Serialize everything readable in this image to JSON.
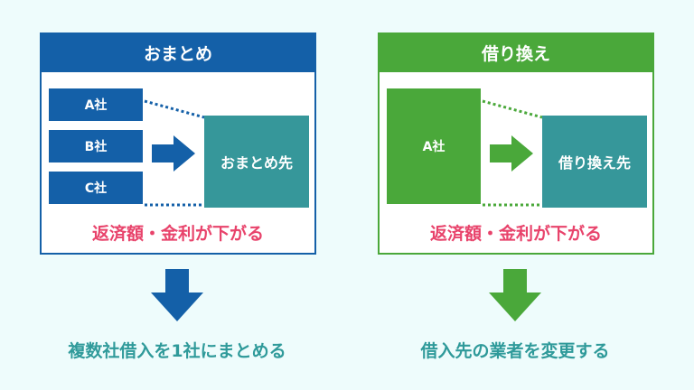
{
  "left_panel": {
    "title": "おまとめ",
    "lenders": [
      "A社",
      "B社",
      "C社"
    ],
    "destination": "おまとめ先",
    "result": "返済額・金利が下がる",
    "caption": "複数社借入を1社にまとめる"
  },
  "right_panel": {
    "title": "借り換え",
    "lender": "A社",
    "destination": "借り換え先",
    "result": "返済額・金利が下がる",
    "caption": "借入先の業者を変更する"
  },
  "colors": {
    "blue": "#1460a8",
    "green": "#4aa83a",
    "teal": "#36979a",
    "pink": "#e8436b",
    "caption": "#2f9a9a",
    "background": "#eefcfc"
  },
  "icons": {
    "flow_arrow": "right-arrow-icon",
    "down_arrow": "down-arrow-icon"
  }
}
